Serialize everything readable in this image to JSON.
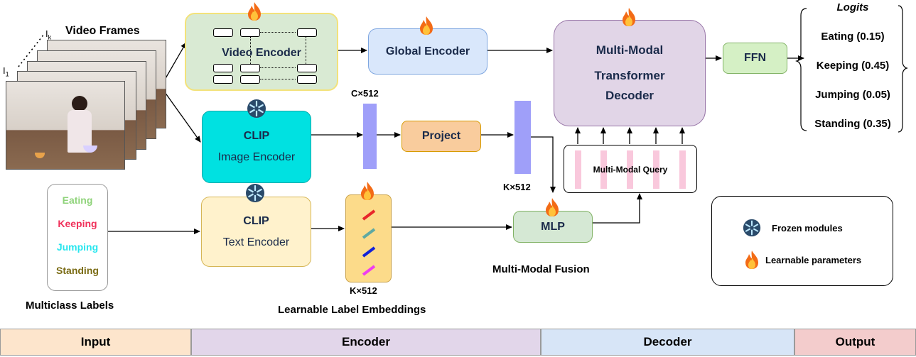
{
  "input": {
    "frames_title": "Video Frames",
    "frame_first_label": "I",
    "frame_first_sub": "1",
    "frame_last_label": "I",
    "frame_last_sub": "k",
    "labels_title": "Multiclass Labels",
    "labels": [
      {
        "text": "Eating",
        "color": "#8fd37a"
      },
      {
        "text": "Keeping",
        "color": "#f0305a"
      },
      {
        "text": "Jumping",
        "color": "#27e6ee"
      },
      {
        "text": "Standing",
        "color": "#7a6b14"
      }
    ]
  },
  "encoder": {
    "video_encoder": "Video Encoder",
    "global_encoder": "Global Encoder",
    "clip_image": {
      "title": "CLIP",
      "subtitle": "Image Encoder"
    },
    "clip_text": {
      "title": "CLIP",
      "subtitle": "Text Encoder"
    },
    "c512_label": "C×512",
    "project": "Project",
    "k512_label_right": "K×512",
    "k512_label_bottom": "K×512",
    "label_embeddings_title": "Learnable Label Embeddings",
    "embedding_colors": [
      "#e8262a",
      "#5fa9a2",
      "#1222d8",
      "#f03cf0"
    ],
    "mlp": "MLP",
    "fusion_title": "Multi-Modal Fusion"
  },
  "decoder": {
    "transformer_line1": "Multi-Modal",
    "transformer_line2": "Transformer",
    "transformer_line3": "Decoder",
    "query": "Multi-Modal Query",
    "ffn": "FFN"
  },
  "output": {
    "logits_title": "Logits",
    "logits": [
      "Eating (0.15)",
      "Keeping (0.45)",
      "Jumping (0.05)",
      "Standing (0.35)"
    ]
  },
  "legend": {
    "frozen": "Frozen modules",
    "learnable": "Learnable parameters"
  },
  "phases": [
    {
      "label": "Input",
      "color": "#fde5cc"
    },
    {
      "label": "Encoder",
      "color": "#e2d6ea"
    },
    {
      "label": "Decoder",
      "color": "#d7e5f7"
    },
    {
      "label": "Output",
      "color": "#f3cccc"
    }
  ],
  "colors": {
    "video_encoder_fill": "#d9ead3",
    "video_encoder_border": "#f3e27a",
    "global_encoder_fill": "#d9e7fb",
    "clip_image_fill": "#00e1e1",
    "clip_text_fill": "#fff2cc",
    "project_fill": "#f9cc9d",
    "mlp_fill": "#d5e8d4",
    "transformer_fill": "#e1d5e7",
    "ffn_fill": "#d5f0c5",
    "query_bar": "#f9c8dc"
  }
}
